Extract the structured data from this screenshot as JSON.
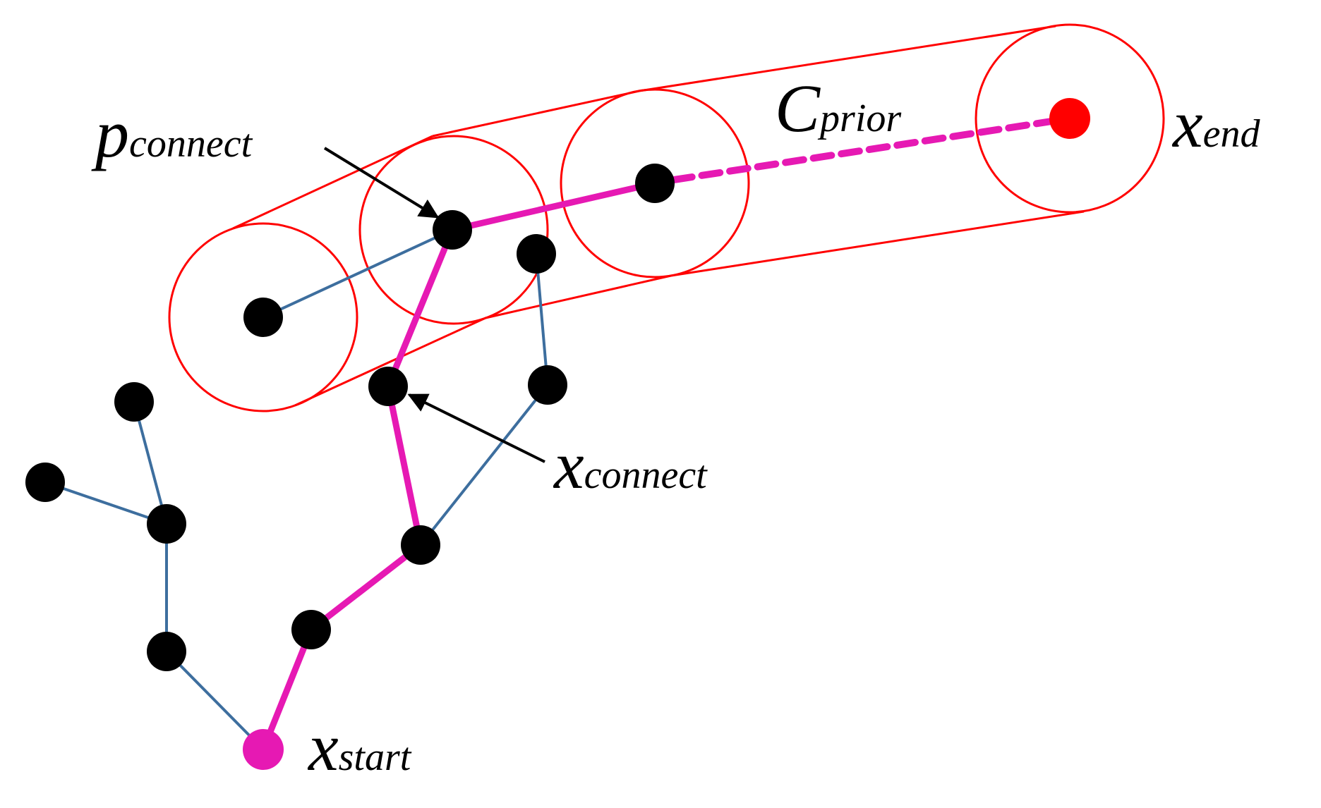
{
  "labels": {
    "p_connect": {
      "base": "p",
      "sub": "connect"
    },
    "x_connect": {
      "base": "x",
      "sub": "connect"
    },
    "c_prior": {
      "base": "C",
      "sub": "prior"
    },
    "x_end": {
      "base": "x",
      "sub": "end"
    },
    "x_start": {
      "base": "x",
      "sub": "start"
    }
  },
  "colors": {
    "tree_edge": "#3d6e9e",
    "path": "#e619b3",
    "prior_region": "#ff0000",
    "node": "#000000",
    "start_node": "#e619b3",
    "end_node": "#ff0000",
    "arrow": "#000000"
  }
}
